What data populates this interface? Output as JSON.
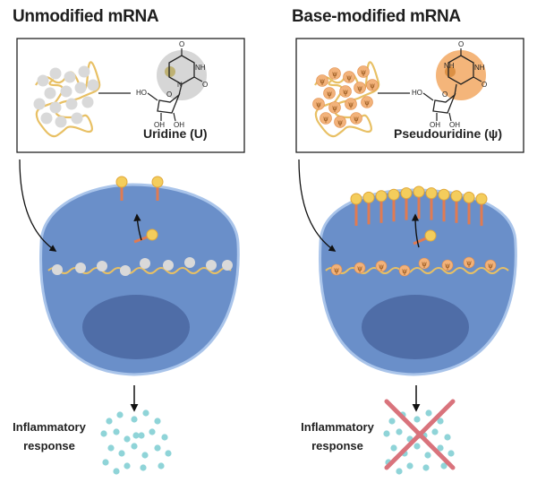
{
  "headings": {
    "left": "Unmodified mRNA",
    "right": "Base-modified mRNA"
  },
  "nucleosides": {
    "left": "Uridine (U)",
    "right": "Pseudouridine (ψ)"
  },
  "molecule_labels": {
    "nh": "NH",
    "o": "O",
    "n": "N",
    "ho": "HO",
    "oh": "OH"
  },
  "psi_symbol": "ψ",
  "response": {
    "left_line1": "Inflammatory",
    "left_line2": "response",
    "right_line1": "Inflammatory",
    "right_line2": "response"
  },
  "colors": {
    "cell": "#6a8fc9",
    "cell_border": "#a9c4ea",
    "nucleus": "#4f6da7",
    "strand": "#e8c064",
    "uridine_bead": "#d9d9d9",
    "psi_bead": "#f2b27a",
    "receptor_stem": "#e07b52",
    "receptor_head": "#f4cd5c",
    "particle": "#8fd4d8",
    "cross": "#d9737c"
  }
}
